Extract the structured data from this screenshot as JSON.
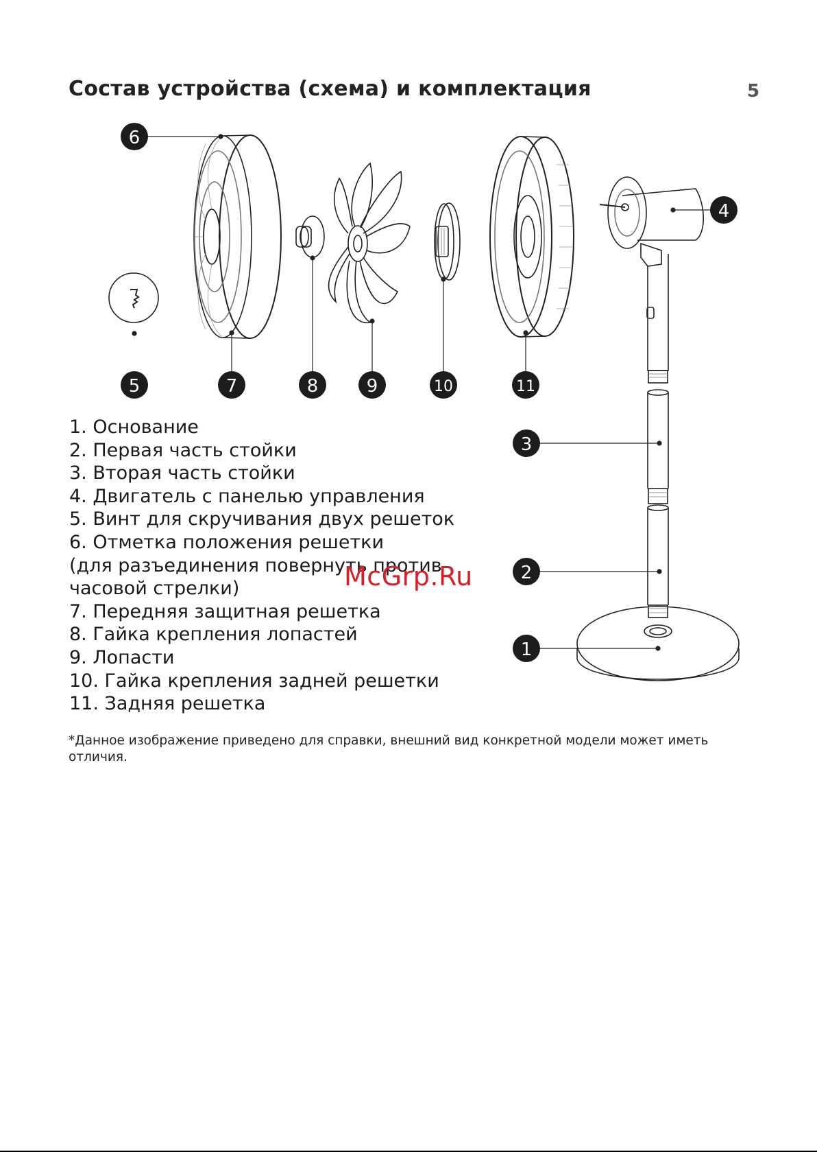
{
  "header": {
    "title": "Состав устройства (схема) и комплектация",
    "page_number": "5"
  },
  "callouts": [
    "1",
    "2",
    "3",
    "4",
    "5",
    "6",
    "7",
    "8",
    "9",
    "10",
    "11"
  ],
  "parts_list": [
    "1. Основание",
    "2. Первая часть стойки",
    "3. Вторая часть стойки",
    "4. Двигатель с панелью управления",
    "5. Винт для скручивания двух решеток",
    "6. Отметка положения решетки",
    "(для разъединения повернуть против",
    "часовой стрелки)",
    "7. Передняя защитная решетка",
    "8. Гайка крепления лопастей",
    "9. Лопасти",
    "10. Гайка крепления задней решетки",
    "11. Задняя решетка"
  ],
  "watermark": "McGrp.Ru",
  "footnote": "*Данное изображение приведено для справки, внешний вид  конкретной модели может иметь отличия.",
  "colors": {
    "callout_fill": "#1c1c1c",
    "line": "#222222",
    "watermark": "#d4202a"
  }
}
